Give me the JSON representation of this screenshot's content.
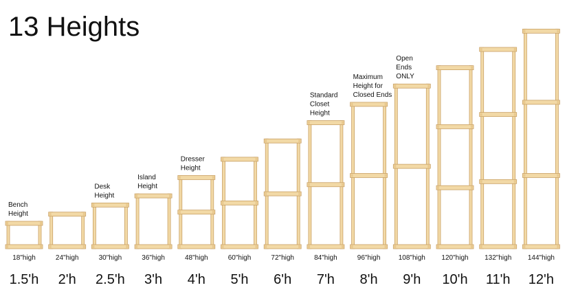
{
  "title": "13 Heights",
  "colors": {
    "wood_fill": "#f2d9a6",
    "wood_edge": "#c9a064",
    "end_grain": "#e9c98e",
    "text": "#111111"
  },
  "units": [
    {
      "inches_label": "18\"high",
      "feet_label": "1.5'h",
      "height_in": 18,
      "shelves": 0,
      "note_lines": [
        "Bench",
        "Height"
      ]
    },
    {
      "inches_label": "24\"high",
      "feet_label": "2'h",
      "height_in": 24,
      "shelves": 0,
      "note_lines": []
    },
    {
      "inches_label": "30\"high",
      "feet_label": "2.5'h",
      "height_in": 30,
      "shelves": 0,
      "note_lines": [
        "Desk",
        "Height"
      ]
    },
    {
      "inches_label": "36\"high",
      "feet_label": "3'h",
      "height_in": 36,
      "shelves": 0,
      "note_lines": [
        "Island",
        "Height"
      ]
    },
    {
      "inches_label": "48\"high",
      "feet_label": "4'h",
      "height_in": 48,
      "shelves": 1,
      "note_lines": [
        "Dresser",
        "Height"
      ]
    },
    {
      "inches_label": "60\"high",
      "feet_label": "5'h",
      "height_in": 60,
      "shelves": 1,
      "note_lines": []
    },
    {
      "inches_label": "72\"high",
      "feet_label": "6'h",
      "height_in": 72,
      "shelves": 1,
      "note_lines": []
    },
    {
      "inches_label": "84\"high",
      "feet_label": "7'h",
      "height_in": 84,
      "shelves": 1,
      "note_lines": [
        "Standard",
        "Closet",
        "Height"
      ]
    },
    {
      "inches_label": "96\"high",
      "feet_label": "8'h",
      "height_in": 96,
      "shelves": 1,
      "note_lines": [
        "Maximum",
        "Height for",
        "Closed Ends"
      ]
    },
    {
      "inches_label": "108\"high",
      "feet_label": "9'h",
      "height_in": 108,
      "shelves": 1,
      "note_lines": [
        "Open",
        "Ends",
        "ONLY"
      ]
    },
    {
      "inches_label": "120\"high",
      "feet_label": "10'h",
      "height_in": 120,
      "shelves": 2,
      "note_lines": []
    },
    {
      "inches_label": "132\"high",
      "feet_label": "11'h",
      "height_in": 132,
      "shelves": 2,
      "note_lines": []
    },
    {
      "inches_label": "144\"high",
      "feet_label": "12'h",
      "height_in": 144,
      "shelves": 2,
      "note_lines": []
    }
  ]
}
